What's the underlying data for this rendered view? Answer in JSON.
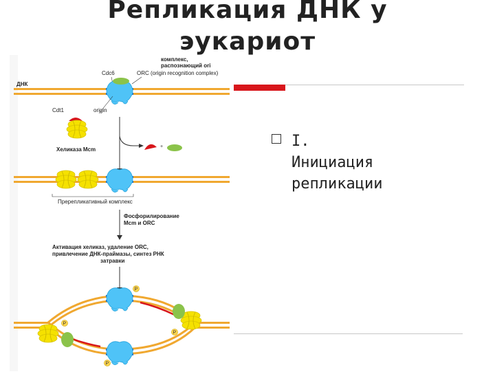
{
  "slide": {
    "title_line1": "Репликация ДНК у",
    "title_line2": "эукариот",
    "subtitle_line1": "I.",
    "subtitle_line2": "Инициация",
    "subtitle_line3": "репликации"
  },
  "figure": {
    "label_dna": "ДНК",
    "label_cdc6": "Cdc6",
    "label_complex_line1": "комплекс,",
    "label_complex_line2": "распознающий ori",
    "label_orc": "ORC (origin recognition complex)",
    "label_cdt1": "Cdt1",
    "label_origin": "origin",
    "label_helicase": "Хеликаза Mcm",
    "label_prereplicative": "Пререпликативный комплекс",
    "label_phospho_line1": "Фосфорилирование",
    "label_phospho_line2": "Mcm и ORC",
    "label_activation_line1": "Активация хеликаз, удаление ORC,",
    "label_activation_line2": "привлечение ДНК-праймазы, синтез РНК",
    "label_activation_line3": "затравки",
    "label_p": "P"
  },
  "colors": {
    "dna_orange": "#f0a830",
    "origin_blue": "#2a6fc0",
    "orc_cyan": "#4fc3f7",
    "mcm_yellow": "#f5e100",
    "cdt1_red": "#d8161b",
    "cdc6_green": "#8bc34a",
    "accent_red": "#d8161b"
  }
}
